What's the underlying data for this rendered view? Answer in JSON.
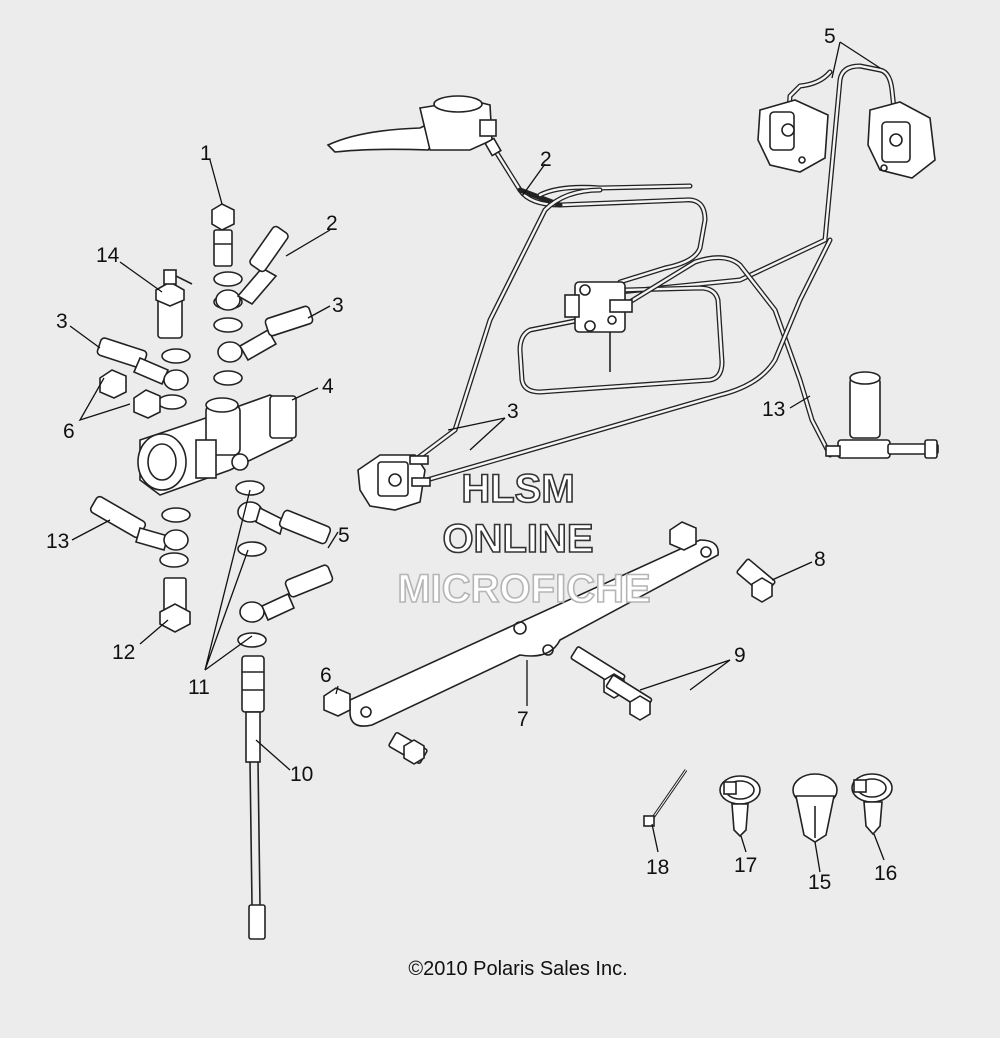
{
  "watermark": {
    "line1": "HLSM",
    "line2": "ONLINE",
    "line3": "MICROFICHE"
  },
  "copyright": "©2010 Polaris Sales Inc.",
  "callouts": {
    "c1": "1",
    "c2a": "2",
    "c2b": "2",
    "c3a": "3",
    "c3b": "3",
    "c3c": "3",
    "c4": "4",
    "c5a": "5",
    "c5b": "5",
    "c6a": "6",
    "c6b": "6",
    "c7": "7",
    "c8": "8",
    "c9": "9",
    "c10": "10",
    "c11": "11",
    "c12": "12",
    "c13a": "13",
    "c13b": "13",
    "c14": "14",
    "c15": "15",
    "c16": "16",
    "c17": "17",
    "c18": "18"
  }
}
